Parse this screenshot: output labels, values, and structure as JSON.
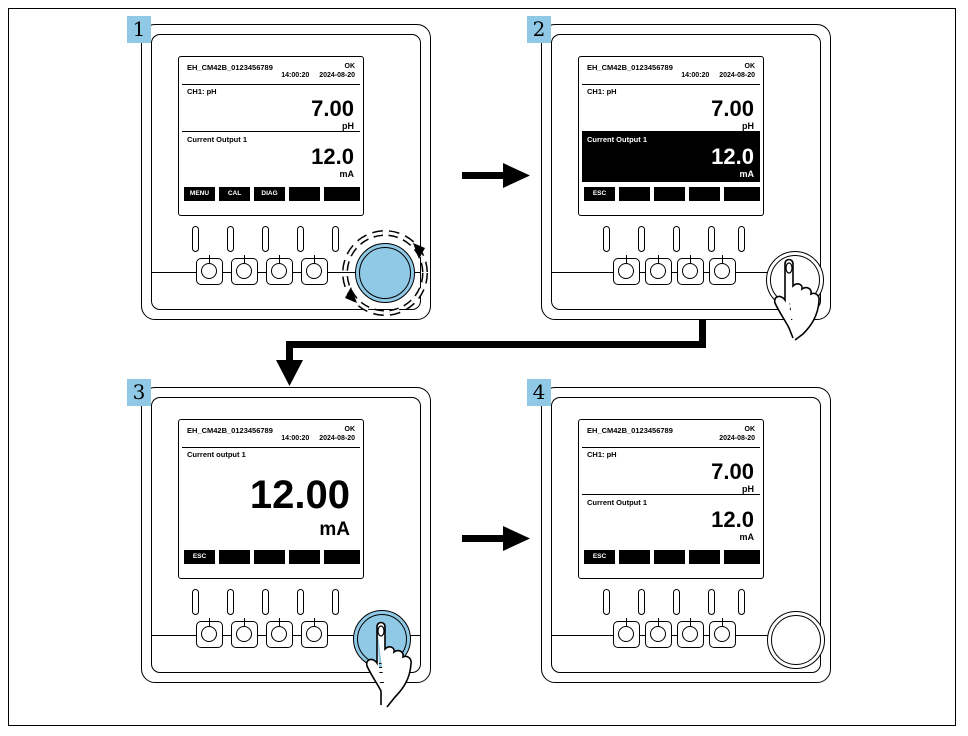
{
  "steps": [
    {
      "number": "1",
      "screen": {
        "device_name": "EH_CM42B_0123456789",
        "status": "OK",
        "time": "14:00:20",
        "date": "2024-08-20",
        "section1_label": "CH1: pH",
        "section1_value": "7.00",
        "section1_unit": "pH",
        "section2_label": "Current Output 1",
        "section2_value": "12.0",
        "section2_unit": "mA",
        "softkeys": [
          "MENU",
          "CAL",
          "DIAG",
          "",
          ""
        ]
      },
      "knob_action": "rotate"
    },
    {
      "number": "2",
      "screen": {
        "device_name": "EH_CM42B_0123456789",
        "status": "OK",
        "time": "14:00:20",
        "date": "2024-08-20",
        "section1_label": "CH1: pH",
        "section1_value": "7.00",
        "section1_unit": "pH",
        "section2_label": "Current Output 1",
        "section2_value": "12.0",
        "section2_unit": "mA",
        "softkeys": [
          "ESC",
          "",
          "",
          "",
          ""
        ]
      },
      "knob_action": "press"
    },
    {
      "number": "3",
      "screen": {
        "device_name": "EH_CM42B_0123456789",
        "status": "OK",
        "time": "14:00:20",
        "date": "2024-08-20",
        "label": "Current output 1",
        "value": "12.00",
        "unit": "mA",
        "softkeys": [
          "ESC",
          "",
          "",
          "",
          ""
        ]
      },
      "knob_action": "press"
    },
    {
      "number": "4",
      "screen": {
        "device_name": "EH_CM42B_0123456789",
        "status": "OK",
        "date": "2024-08-20",
        "section1_label": "CH1: pH",
        "section1_value": "7.00",
        "section1_unit": "pH",
        "section2_label": "Current Output 1",
        "section2_value": "12.0",
        "section2_unit": "mA",
        "softkeys": [
          "ESC",
          "",
          "",
          "",
          ""
        ]
      },
      "knob_action": "none"
    }
  ],
  "colors": {
    "step_badge": "#8fc9e6",
    "knob_highlight": "#8fc9e6",
    "line": "#000000"
  }
}
